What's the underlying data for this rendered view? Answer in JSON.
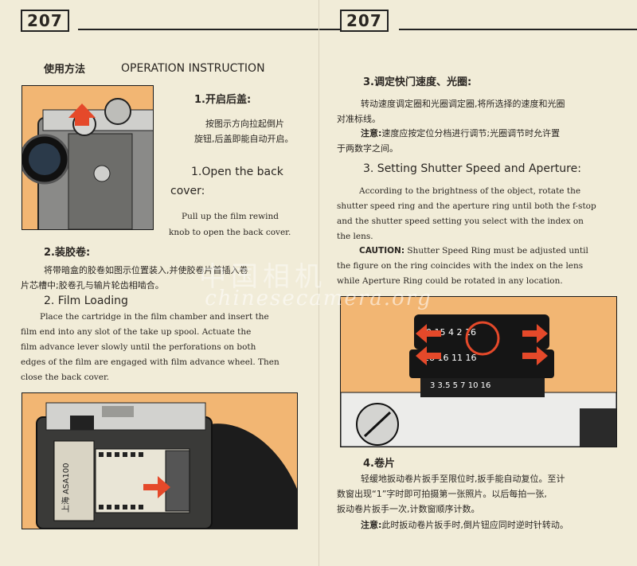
{
  "left": {
    "page_number": "207",
    "header_cn": "使用方法",
    "header_en": "OPERATION INSTRUCTION",
    "s1_title_cn": "1.开启后盖:",
    "s1_body_cn_1": "按图示方向拉起倒片",
    "s1_body_cn_2": "旋钮,后盖即能自动开启。",
    "s1_title_en_1": "1.Open the back",
    "s1_title_en_2": "cover:",
    "s1_body_en_1": "Pull up the film rewind",
    "s1_body_en_2": "knob to open the back cover.",
    "s2_title_cn": "2.装胶卷:",
    "s2_body_cn_1": "将带暗盒的胶卷如图示位置装入,并使胶卷片首插入卷",
    "s2_body_cn_2": "片芯槽中;胶卷孔与输片轮齿相啮合。",
    "s2_title_en": "2. Film Loading",
    "s2_body_en": [
      "Place the cartridge in the film chamber and insert the",
      "film end into any slot of the take up spool.  Actuate the",
      "film  advance   lever slowly until the perforations on both",
      "edges of the film are engaged with film advance wheel. Then",
      "close the back cover."
    ],
    "film_label": "上海 ASA100"
  },
  "right": {
    "page_number": "207",
    "s3_title_cn": "3.调定快门速度、光圈:",
    "s3_body_cn_1": "转动速度调定圈和光圈调定圈,将所选择的速度和光圈",
    "s3_body_cn_2": "对准标线。",
    "s3_note_label_cn": "注意:",
    "s3_note_cn_1": "速度应按定位分档进行调节;光圈调节时允许置",
    "s3_note_cn_2": "于两数字之间。",
    "s3_title_en": "3. Setting Shutter Speed and Aperture:",
    "s3_body_en": [
      "According to the brightness of the object, rotate the",
      "shutter  speed ring and the aperture ring until both the f-stop",
      "and the  shutter speed setting you select with the index on",
      "the lens."
    ],
    "caution_label": "CAUTION:",
    "caution_en_1": " Shutter Speed Ring must be adjusted until",
    "caution_en_2": "the figure on the ring coincides with the index on the lens",
    "caution_en_3": "while Aperture  Ring could be rotated in any location.",
    "s4_title_cn": "4.卷片",
    "s4_body_cn_1": "轻缓地扳动卷片扳手至限位时,扳手能自动复位。至计",
    "s4_body_cn_2": "数窗出现“1”字时即可拍摄第一张照片。以后每拍一张,",
    "s4_body_cn_3": "扳动卷片扳手一次,计数窗顺序计数。",
    "s4_note_label_cn": "注意:",
    "s4_note_cn": "此时扳动卷片扳手时,倒片钮应同时逆时针转动。",
    "lens_scale_1": "30 15  4  2  16",
    "lens_scale_2": "28  16  11  16",
    "lens_scale_3": "3  3.5   5   7  10  16"
  },
  "watermark_cn": "中国相机",
  "watermark_en": "chinesecamera.org",
  "colors": {
    "paper": "#f1ecd8",
    "photo_bg": "#f2b673",
    "arrow": "#e5492a"
  }
}
